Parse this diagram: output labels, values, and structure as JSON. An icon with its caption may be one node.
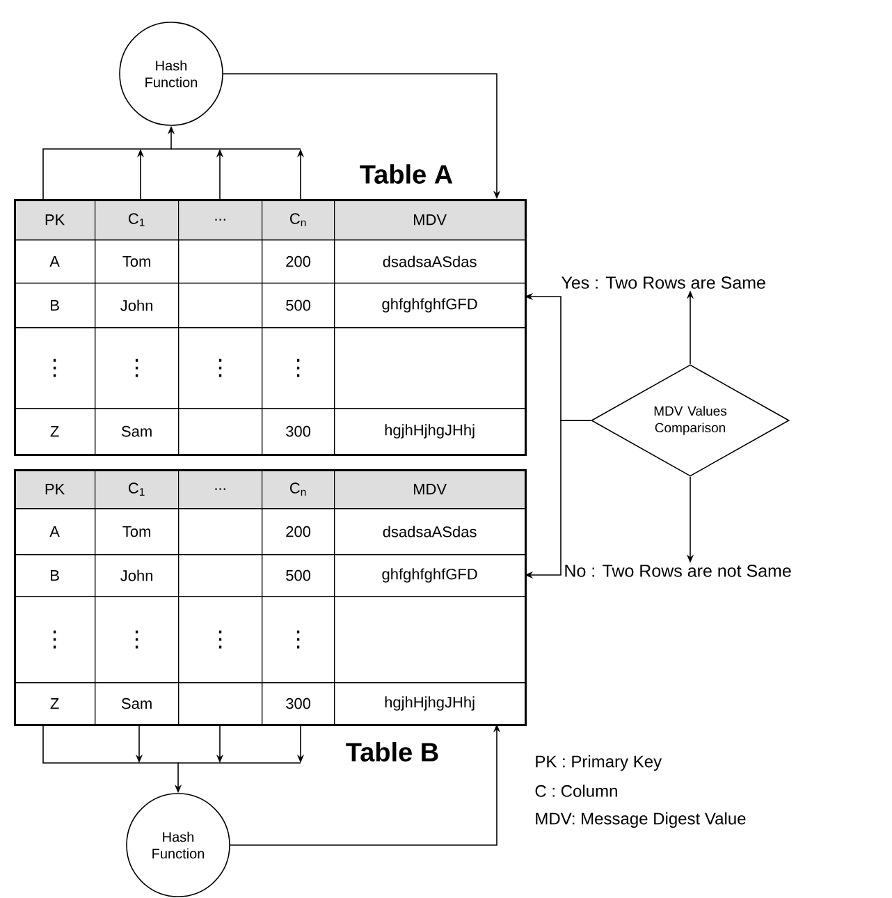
{
  "diagram": {
    "nodes": [
      {
        "text": [
          "Hash Function"
        ]
      },
      {
        "text": [
          "Table A"
        ]
      },
      {
        "text": [
          "Yes : Two Rows are Same"
        ]
      },
      {
        "text": [
          "MDV Values Comparison"
        ]
      },
      {
        "text": [
          "No : Two Rows are not Same"
        ]
      },
      {
        "text": [
          "Table B"
        ]
      },
      {
        "text": [
          "Hash Function"
        ]
      }
    ],
    "edges": [
      {
        "from": 1,
        "to": 0,
        "arrow": "to"
      },
      {
        "from": 0,
        "to": 1,
        "arrow": "to"
      },
      {
        "from": 3,
        "to": 1,
        "arrow": "to"
      },
      {
        "from": 3,
        "to": 5,
        "arrow": "to"
      },
      {
        "from": 3,
        "to": 2,
        "arrow": "to"
      },
      {
        "from": 3,
        "to": 4,
        "arrow": "to"
      },
      {
        "from": 5,
        "to": 6,
        "arrow": "to"
      },
      {
        "from": 6,
        "to": 5,
        "arrow": "to"
      }
    ],
    "labels": [
      "PK",
      "C$_{1}$",
      "...",
      "C$_{n}$",
      "MDV",
      "A",
      "Tom",
      "200",
      "dsadsaASdas",
      "B",
      "John",
      "500",
      "ghfghfghfGFD",
      "⋮",
      "⋮",
      "⋮",
      "⋮",
      "Z",
      "Sam",
      "300",
      "hgjhHjhgJHhj",
      "PK",
      "C$_{1}$",
      "...",
      "C$_{n}$",
      "MDV",
      "A",
      "Tom",
      "200",
      "dsadsaASdas",
      "B",
      "John",
      "500",
      "ghfghfghfGFD",
      "⋮",
      "⋮",
      "⋮",
      "⋮",
      "Z",
      "Sam",
      "300",
      "hgjhHjhgJHhj",
      "PK : Primary Key",
      "C : Column",
      "MDV: Message Digest Value"
    ]
  }
}
